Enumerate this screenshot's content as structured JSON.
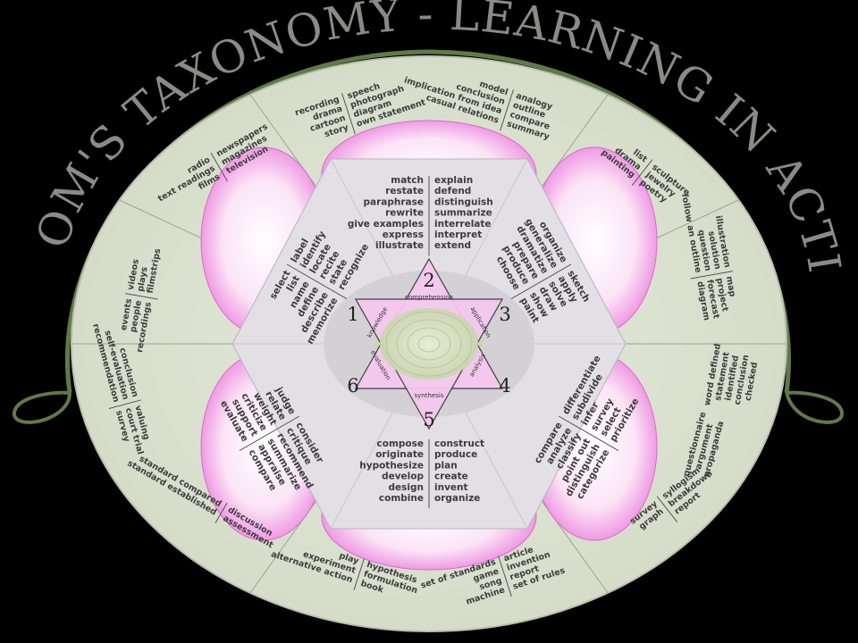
{
  "title": "BLOOM'S TAXONOMY - LEARNING IN ACTION",
  "colors": {
    "background": "#000000",
    "outer_disc": "#d7dfcc",
    "hexagon": "#e2dfe5",
    "petal_pink": "#e96fd8",
    "star": "#f6c8ef",
    "center": "#d8e5c0",
    "ribbon": "#5f7a48",
    "divider": "#9aa592"
  },
  "levels": [
    {
      "number": "1",
      "name": "knowledge"
    },
    {
      "number": "2",
      "name": "comprehension"
    },
    {
      "number": "3",
      "name": "application"
    },
    {
      "number": "4",
      "name": "analysis"
    },
    {
      "number": "5",
      "name": "synthesis"
    },
    {
      "number": "6",
      "name": "evaluation"
    }
  ],
  "inner_segments": [
    {
      "level": "comprehension",
      "col1": [
        "match",
        "restate",
        "paraphrase",
        "rewrite",
        "give examples",
        "express",
        "illustrate"
      ],
      "col2": [
        "explain",
        "defend",
        "distinguish",
        "summarize",
        "interrelate",
        "interpret",
        "extend"
      ]
    },
    {
      "level": "application",
      "col1": [
        "organize",
        "generalize",
        "dramatize",
        "prepare",
        "produce",
        "choose"
      ],
      "col2": [
        "sketch",
        "apply",
        "solve",
        "draw",
        "show",
        "paint"
      ]
    },
    {
      "level": "analysis",
      "col1": [
        "compare",
        "analyze",
        "classify",
        "point out",
        "distinguish",
        "categorize"
      ],
      "col2": [
        "differentiate",
        "subdivide",
        "infer",
        "survey",
        "select",
        "prioritize"
      ]
    },
    {
      "level": "synthesis",
      "col1": [
        "compose",
        "originate",
        "hypothesize",
        "develop",
        "design",
        "combine"
      ],
      "col2": [
        "construct",
        "produce",
        "plan",
        "create",
        "invent",
        "organize"
      ]
    },
    {
      "level": "evaluation",
      "col1": [
        "judge",
        "relate",
        "weight",
        "criticize",
        "support",
        "evaluate"
      ],
      "col2": [
        "consider",
        "critique",
        "recommend",
        "summarize",
        "appraise",
        "compare"
      ]
    },
    {
      "level": "knowledge",
      "col1": [
        "select",
        "list",
        "name",
        "define",
        "describe",
        "memorize"
      ],
      "col2": [
        "label",
        "identify",
        "locate",
        "recite",
        "state",
        "recognize"
      ]
    }
  ],
  "outer_segments": [
    {
      "col1": [
        "recording",
        "drama",
        "cartoon",
        "story"
      ],
      "col2": [
        "speech",
        "photograph",
        "diagram",
        "own statement"
      ]
    },
    {
      "col1": [
        "model",
        "conclusion",
        "implication from idea",
        "casual relations"
      ],
      "col2": [
        "analogy",
        "outline",
        "compare",
        "summary"
      ]
    },
    {
      "col1": [
        "list",
        "drama",
        "painting"
      ],
      "col2": [
        "sculpture",
        "jewelry",
        "poetry"
      ]
    },
    {
      "col1": [
        "illustration",
        "solution",
        "question",
        "follow an outline"
      ],
      "col2": [
        "map",
        "project",
        "forecast",
        "diagram"
      ]
    },
    {
      "col1": [
        "word defined",
        "statement",
        "identified",
        "conclusion",
        "checked"
      ],
      "col2": []
    },
    {
      "col1": [
        "questionnaire",
        "argument",
        "propaganda"
      ],
      "col2": []
    },
    {
      "col1": [
        "survey",
        "graph"
      ],
      "col2": [
        "syllogism",
        "breakdown",
        "report"
      ]
    },
    {
      "col1": [
        "set of standards",
        "game",
        "song",
        "machine"
      ],
      "col2": [
        "article",
        "invention",
        "report",
        "set of rules"
      ]
    },
    {
      "col1": [
        "play",
        "experiment",
        "alternative action"
      ],
      "col2": [
        "hypothesis",
        "formulation",
        "book"
      ]
    },
    {
      "col1": [
        "standard compared",
        "standard established"
      ],
      "col2": [
        "discussion",
        "assessment"
      ]
    },
    {
      "col1": [
        "conclusion",
        "self-evaluation",
        "recommendation"
      ],
      "col2": [
        "valuing",
        "court trial",
        "survey"
      ]
    },
    {
      "col1": [
        "events",
        "people",
        "recordings"
      ],
      "col2": [
        "videos",
        "plays",
        "filmstrips"
      ]
    },
    {
      "col1": [
        "radio",
        "text readings",
        "films"
      ],
      "col2": [
        "newspapers",
        "magazines",
        "television"
      ]
    }
  ]
}
